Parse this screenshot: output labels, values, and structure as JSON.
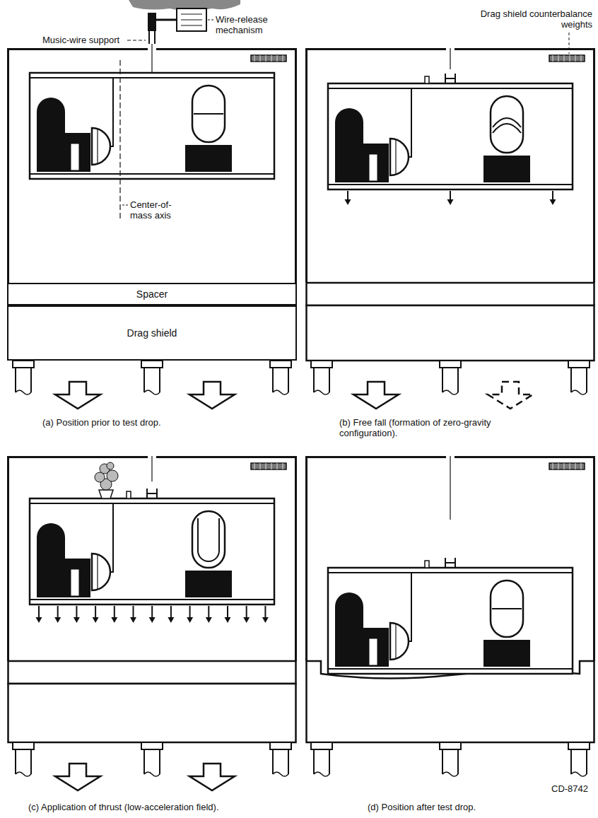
{
  "diagram": {
    "nodes": [
      {
        "text": [
          "Spacer"
        ]
      },
      {
        "text": [
          "Drag shield"
        ]
      }
    ],
    "labels": [
      "Music-wire support",
      "Wire-release mechanism",
      "Drag shield counterbalance weights",
      "Center-of-mass axis",
      "(a) Position prior to test drop.",
      "(b) Free fall (formation of zero-gravity configuration).",
      "(c) Application of thrust (low-acceleration field).",
      "(d) Position after test drop.",
      "CD-8742"
    ]
  }
}
